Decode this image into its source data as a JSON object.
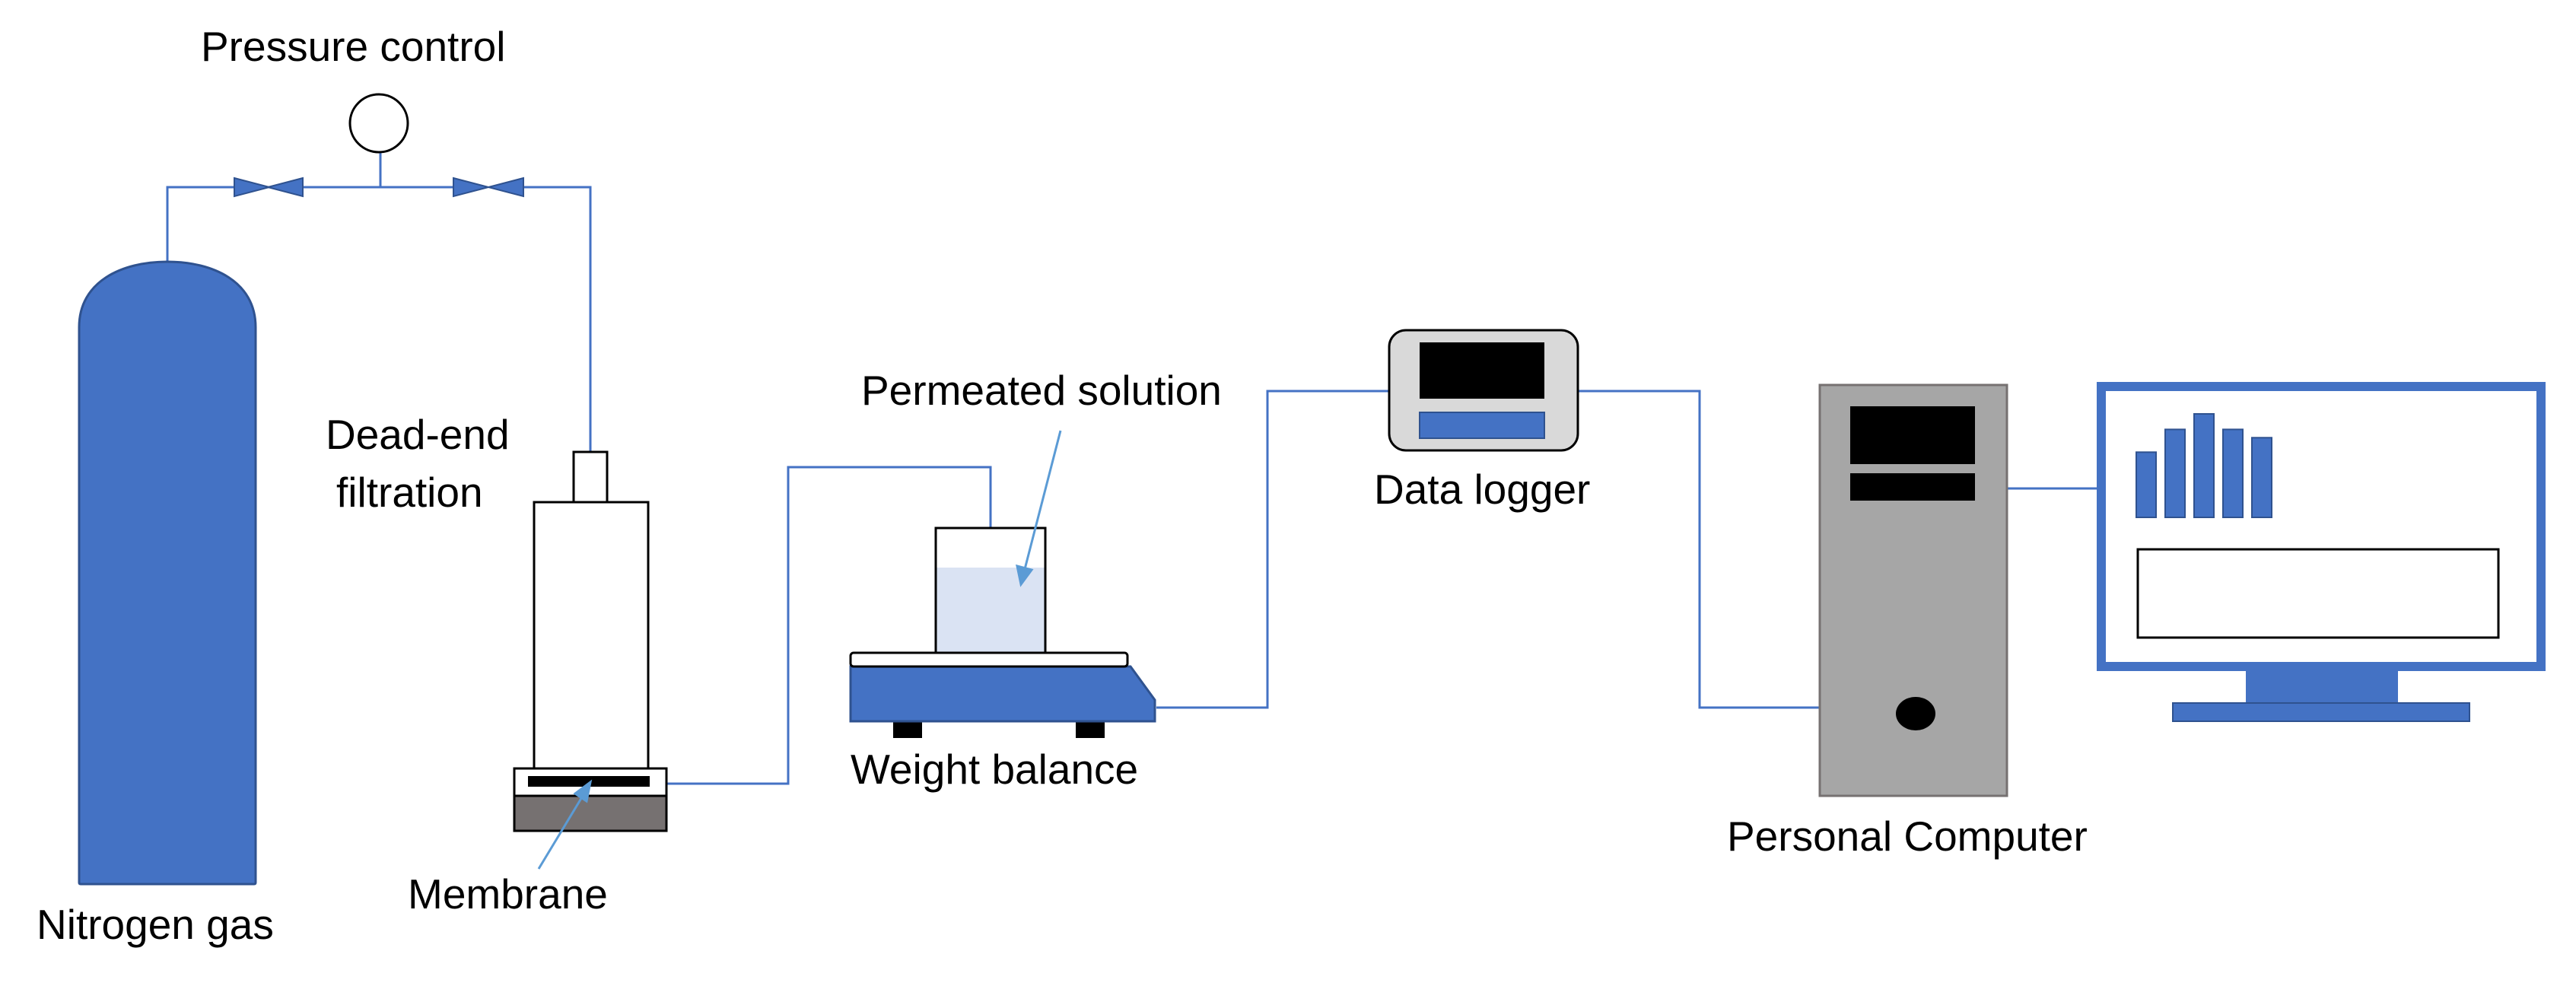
{
  "labels": {
    "pressure_control": "Pressure control",
    "dead_end_line1": "Dead-end",
    "dead_end_line2": "filtration",
    "permeated_solution": "Permeated solution",
    "data_logger": "Data logger",
    "weight_balance": "Weight balance",
    "membrane": "Membrane",
    "nitrogen_gas": "Nitrogen gas",
    "personal_computer": "Personal Computer"
  },
  "colors": {
    "blue_fill": "#4472C4",
    "line_blue": "#4472C4",
    "light_blue": "#DAE3F3",
    "gray_case": "#A6A6A6",
    "dark_gray_base": "#767171",
    "black": "#000000",
    "white": "#FFFFFF",
    "logger_gray": "#D9D9D9"
  },
  "icons": [
    "gas-cylinder-icon",
    "valve-icon",
    "pressure-gauge-icon",
    "filtration-cell-icon",
    "beaker-icon",
    "weight-balance-icon",
    "data-logger-icon",
    "pc-tower-icon",
    "monitor-icon"
  ],
  "monitor_bar_levels": [
    0.63,
    0.85,
    1.0,
    0.85,
    0.77
  ]
}
